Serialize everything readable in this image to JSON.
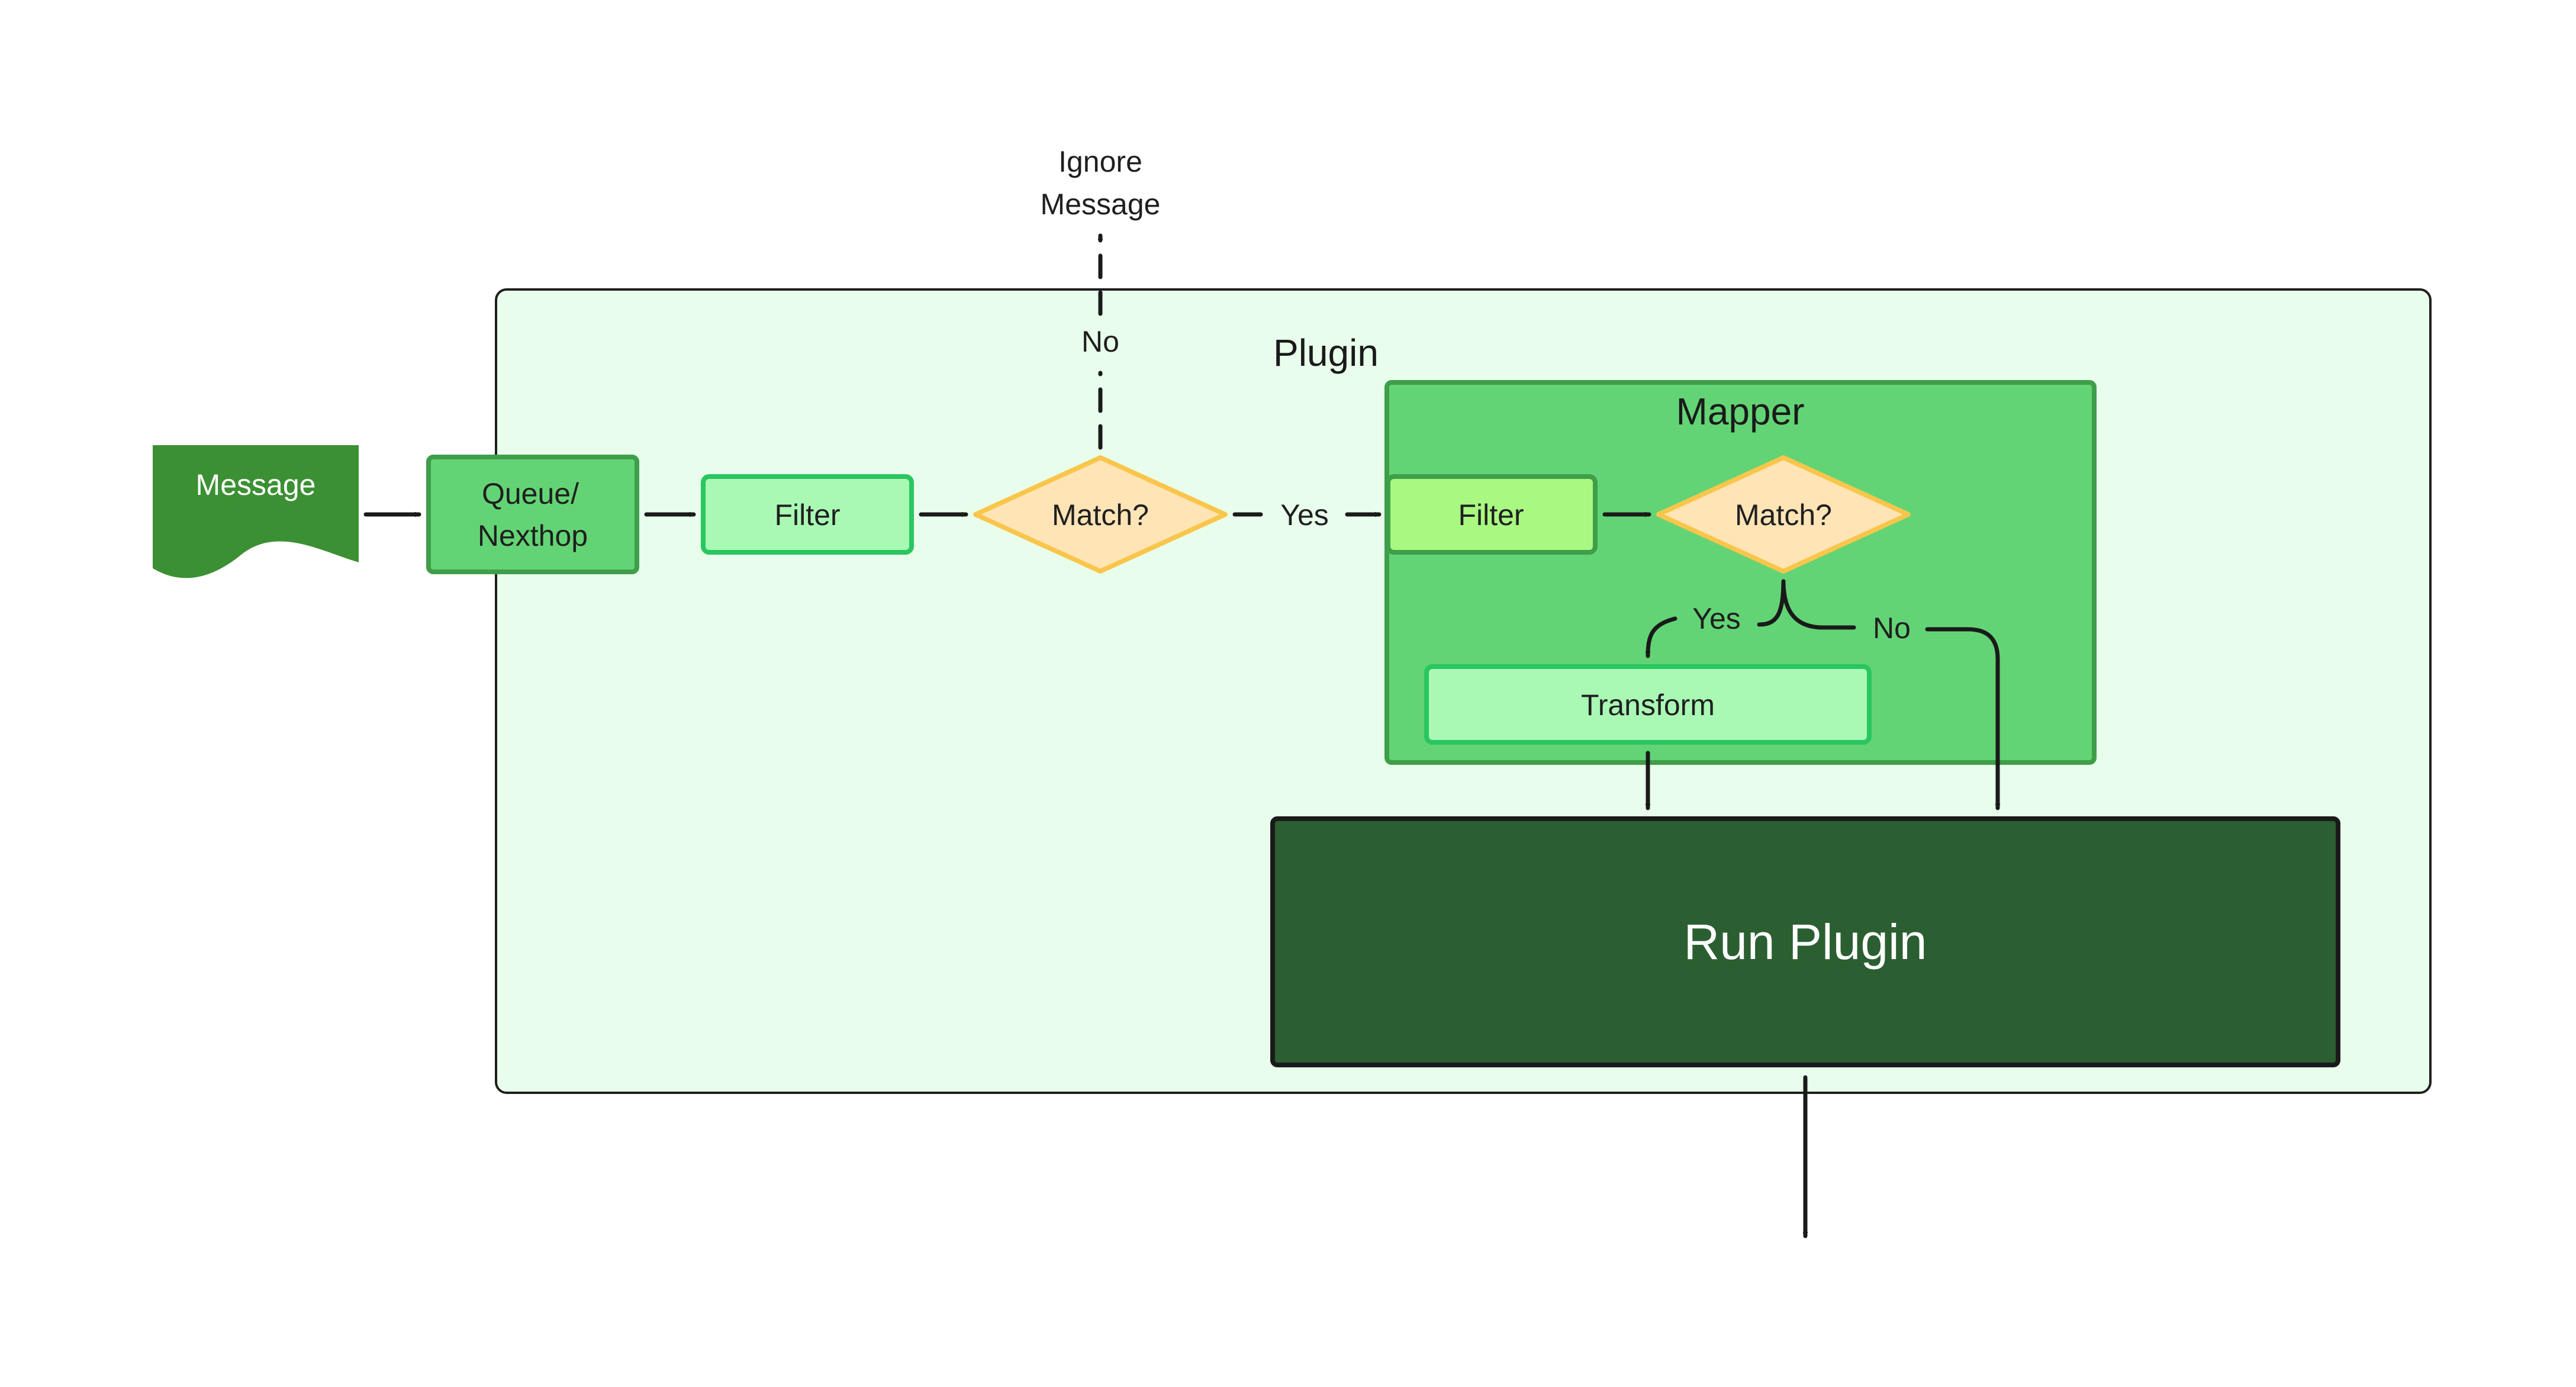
{
  "nodes": {
    "message": "Message",
    "queue_line1": "Queue/",
    "queue_line2": "Nexthop",
    "filter_outer": "Filter",
    "match_outer": "Match?",
    "ignore_line1": "Ignore",
    "ignore_line2": "Message",
    "plugin_title": "Plugin",
    "mapper_title": "Mapper",
    "filter_inner": "Filter",
    "match_inner": "Match?",
    "transform": "Transform",
    "run_plugin": "Run Plugin"
  },
  "edge_labels": {
    "no_outer": "No",
    "yes_outer": "Yes",
    "yes_inner": "Yes",
    "no_inner": "No"
  },
  "colors": {
    "plugin_bg": "#e8fdeb",
    "mapper_bg": "#63d475",
    "mapper_border": "#3f9e49",
    "message_fill": "#3b9033",
    "queue_fill": "#63d475",
    "filter_fill": "#a9f9b5",
    "filter_border": "#2ac660",
    "filter_inner_fill": "#a8f882",
    "match_fill": "#ffe4b6",
    "match_border": "#f9c64b",
    "run_fill": "#2b5f31",
    "edge": "#1a1a1a"
  }
}
